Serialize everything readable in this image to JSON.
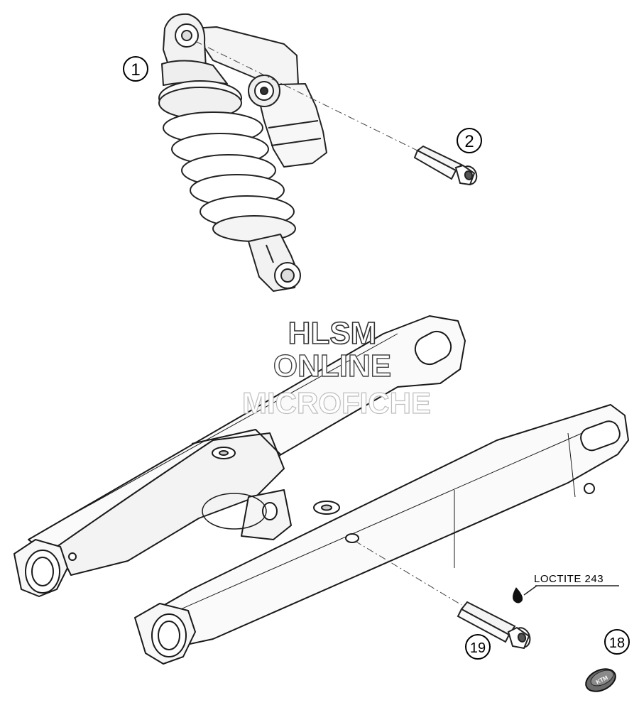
{
  "diagram": {
    "callouts": [
      {
        "id": "shock-absorber",
        "number": "1"
      },
      {
        "id": "shock-bolt",
        "number": "2"
      },
      {
        "id": "cap",
        "number": "18"
      },
      {
        "id": "swingarm-bolt",
        "number": "19"
      }
    ],
    "notes": {
      "threadlock": "LOCTITE 243"
    },
    "watermark": {
      "line1": "HLSM",
      "line2": "ONLINE",
      "line3": "MICROFICHE"
    },
    "badge_logo_text": "KTM"
  }
}
